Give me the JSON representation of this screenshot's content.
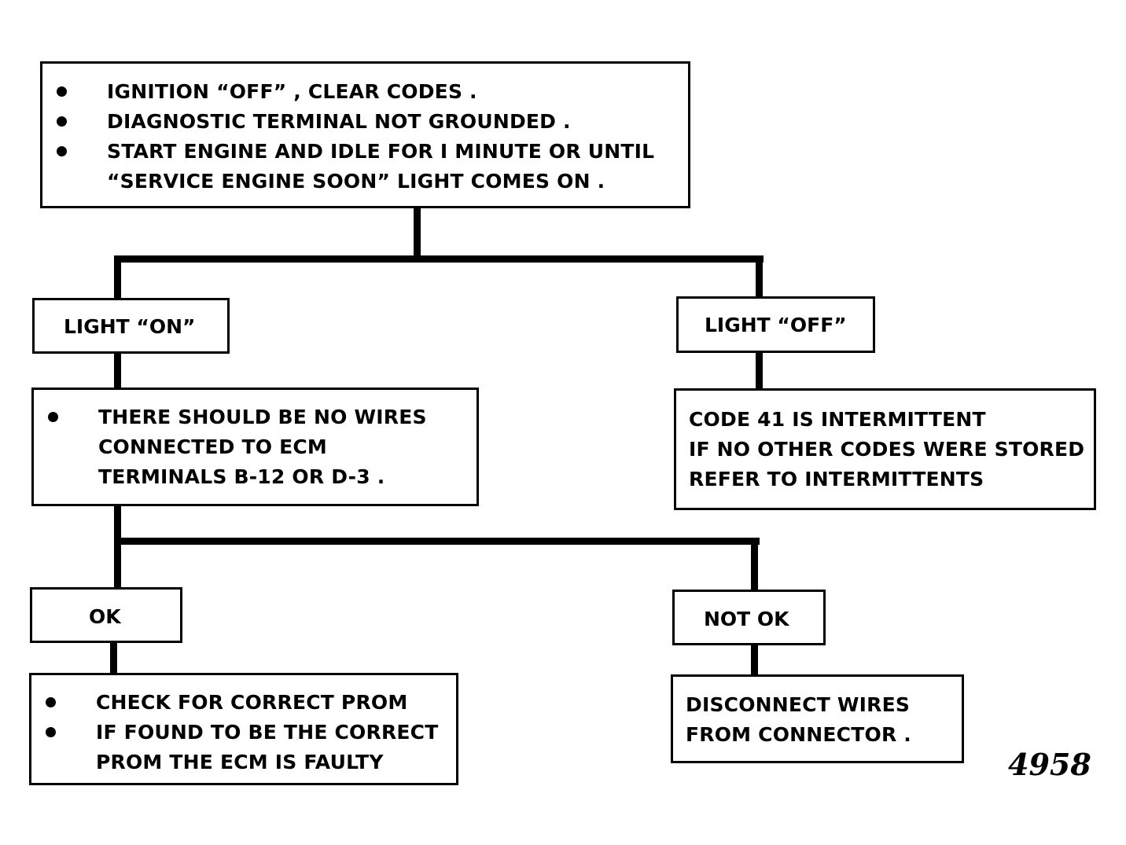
{
  "start_box": {
    "items": [
      "IGNITION “OFF” , CLEAR CODES .",
      "DIAGNOSTIC TERMINAL NOT GROUNDED .",
      "START ENGINE AND IDLE FOR I MINUTE OR UNTIL",
      "“SERVICE ENGINE SOON” LIGHT COMES ON ."
    ]
  },
  "light_on": {
    "label": "LIGHT “ON”",
    "check": [
      "THERE SHOULD BE NO WIRES",
      "CONNECTED TO ECM",
      "TERMINALS B-12 OR D-3 ."
    ]
  },
  "light_off": {
    "label": "LIGHT “OFF”",
    "result": [
      "CODE 41 IS INTERMITTENT",
      "IF NO OTHER CODES WERE STORED",
      "REFER TO INTERMITTENTS"
    ]
  },
  "ok": {
    "label": "OK",
    "result": [
      "CHECK  FOR CORRECT PROM",
      "IF FOUND TO BE THE CORRECT",
      "PROM THE ECM IS FAULTY"
    ]
  },
  "not_ok": {
    "label": "NOT OK",
    "result": [
      "DISCONNECT WIRES",
      "FROM CONNECTOR ."
    ]
  },
  "figure_number": "4958"
}
